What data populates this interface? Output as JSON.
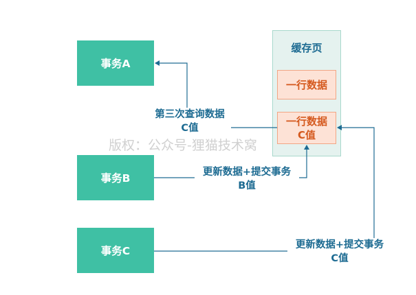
{
  "cache": {
    "title": "缓存页",
    "row1": "一行数据",
    "row2_line1": "一行数据",
    "row2_line2": "C值"
  },
  "transactions": {
    "a": "事务A",
    "b": "事务B",
    "c": "事务C"
  },
  "labels": {
    "query_line1": "第三次查询数据",
    "query_line2": "C值",
    "update_b_line1": "更新数据+提交事务",
    "update_b_line2": "B值",
    "update_c_line1": "更新数据+提交事务",
    "update_c_line2": "C值"
  },
  "watermark": "版权：公众号-狸猫技术窝",
  "colors": {
    "transaction_fill": "#3fc0a4",
    "cache_fill": "#e5f2ef",
    "cache_border": "#a8d8cc",
    "row_fill": "#fde2d6",
    "row_border": "#f2a584",
    "row_text": "#d55a1f",
    "arrow": "#1d6b92"
  }
}
